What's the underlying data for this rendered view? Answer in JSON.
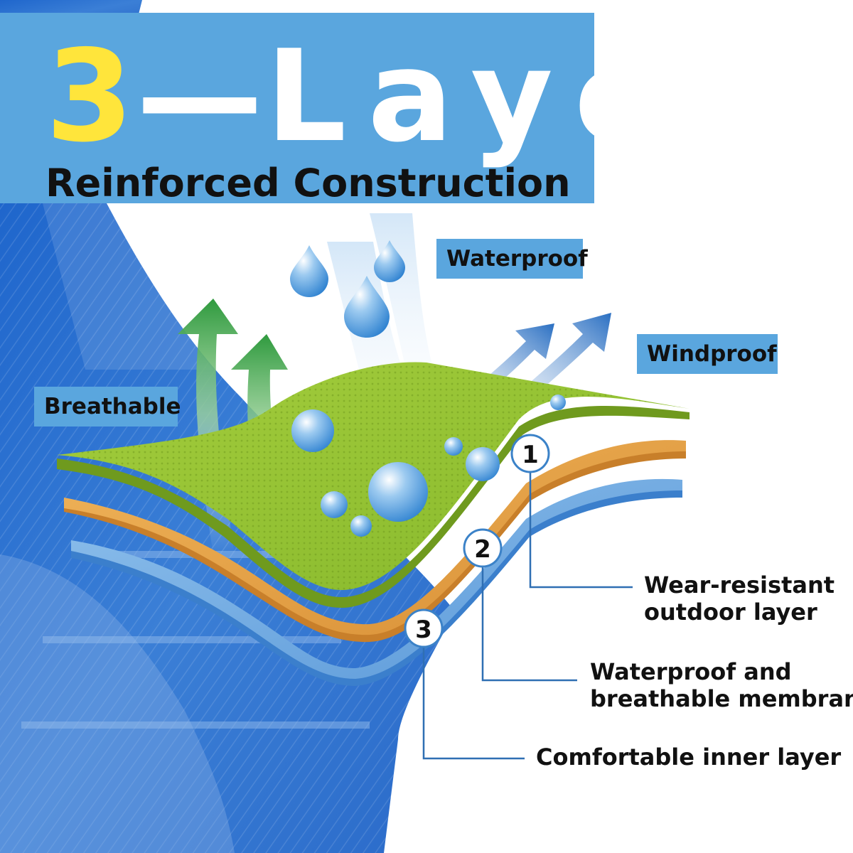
{
  "title": {
    "number": "3",
    "dash": "—",
    "word": "Layer",
    "subtitle": "Reinforced Construction"
  },
  "features": {
    "waterproof": "Waterproof",
    "windproof": "Windproof",
    "breathable": "Breathable"
  },
  "layers": [
    {
      "number": "1",
      "label_line1": "Wear-resistant",
      "label_line2": "outdoor layer",
      "color": "#9cc43a"
    },
    {
      "number": "2",
      "label_line1": "Waterproof and",
      "label_line2": "breathable membrane",
      "color": "#e29d45"
    },
    {
      "number": "3",
      "label_line1": "Comfortable inner layer",
      "label_line2": "",
      "color": "#6aa4dc"
    }
  ],
  "colors": {
    "banner": "#5aa6de",
    "title_number": "#ffe53b",
    "title_word": "#ffffff",
    "fabric_background": "#2a6fd0",
    "breathable_arrows": "#3aa34a",
    "windproof_arrows": "#2a6fc2",
    "water_drops": "#3a8fd8"
  },
  "icons": [
    "water-drop-icon",
    "breathable-arrow-icon",
    "windproof-arrow-icon"
  ]
}
